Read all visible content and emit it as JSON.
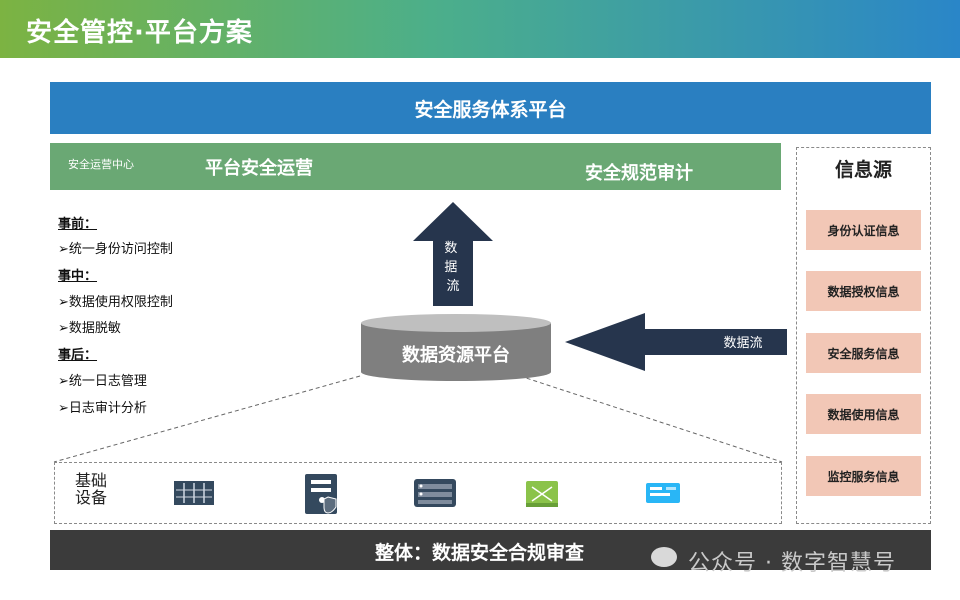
{
  "header": {
    "title": "安全管控·平台方案"
  },
  "top_banner": {
    "label": "安全服务体系平台"
  },
  "green_bar": {
    "soc_label": "安全运营中心",
    "platform_ops": "平台安全运营",
    "audit": "安全规范审计"
  },
  "left_panel": {
    "before": {
      "heading": "事前：",
      "items": [
        "➢统一身份访问控制"
      ]
    },
    "during": {
      "heading": "事中：",
      "items": [
        "➢数据使用权限控制",
        "➢数据脱敏"
      ]
    },
    "after": {
      "heading": "事后：",
      "items": [
        "➢统一日志管理",
        "➢日志审计分析"
      ]
    }
  },
  "center": {
    "up_arrow_label": "数\n据\n流",
    "cylinder_label": "数据资源平台",
    "left_arrow_label": "数据流"
  },
  "info_source": {
    "title": "信息源",
    "items": [
      "身份认证信息",
      "数据授权信息",
      "安全服务信息",
      "数据使用信息",
      "监控服务信息"
    ]
  },
  "base": {
    "label": "基础设备",
    "icons": [
      "server-rack-icon",
      "secure-server-icon",
      "network-switch-icon",
      "green-appliance-icon",
      "blue-device-icon"
    ]
  },
  "bottom": {
    "label": "整体：数据安全合规审查",
    "watermark": "公众号 · 数字智慧号"
  },
  "colors": {
    "title_gradient_start": "#7cb342",
    "title_gradient_end": "#2a86c8",
    "banner_blue": "#2a7fc1",
    "bar_green": "#6aa874",
    "arrow_navy": "#26354d",
    "info_pink": "#f2c7b6",
    "bottom_dark": "#3b3b3b"
  }
}
